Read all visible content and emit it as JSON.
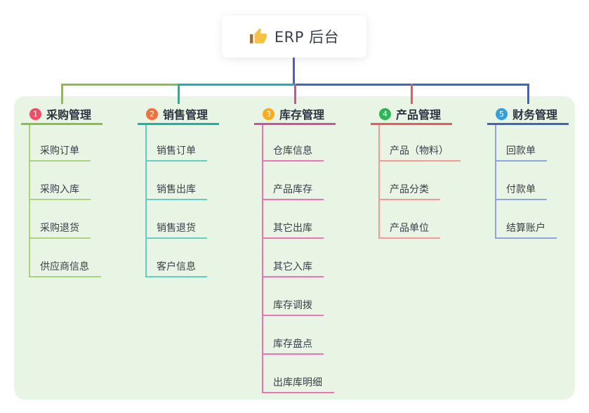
{
  "root": {
    "title": "ERP 后台",
    "icon": "thumbs-up-icon",
    "connector_color": "#4c5bd4"
  },
  "panel": {
    "background": "#e9f5e4"
  },
  "branches": [
    {
      "badge": "1",
      "badge_color": "#f14e68",
      "label": "采购管理",
      "line_color": "#8abf45",
      "child_line_color": "#a9d37f",
      "children": [
        "采购订单",
        "采购入库",
        "采购退货",
        "供应商信息"
      ]
    },
    {
      "badge": "2",
      "badge_color": "#f2703c",
      "label": "销售管理",
      "line_color": "#17b3ab",
      "child_line_color": "#63cdc5",
      "children": [
        "销售订单",
        "销售出库",
        "销售退货",
        "客户信息"
      ]
    },
    {
      "badge": "3",
      "badge_color": "#fbab1e",
      "label": "库存管理",
      "line_color": "#d94b9e",
      "child_line_color": "#ec74b6",
      "children": [
        "仓库信息",
        "产品库存",
        "其它出库",
        "其它入库",
        "库存调拨",
        "库存盘点",
        "出库库明细"
      ]
    },
    {
      "badge": "4",
      "badge_color": "#30b457",
      "label": "产品管理",
      "line_color": "#f0555c",
      "child_line_color": "#f59a95",
      "children": [
        "产品（物料）",
        "产品分类",
        "产品单位"
      ]
    },
    {
      "badge": "5",
      "badge_color": "#339fdd",
      "label": "财务管理",
      "line_color": "#3f63c5",
      "child_line_color": "#8fa6db",
      "children": [
        "回款单",
        "付款单",
        "结算账户"
      ]
    }
  ]
}
